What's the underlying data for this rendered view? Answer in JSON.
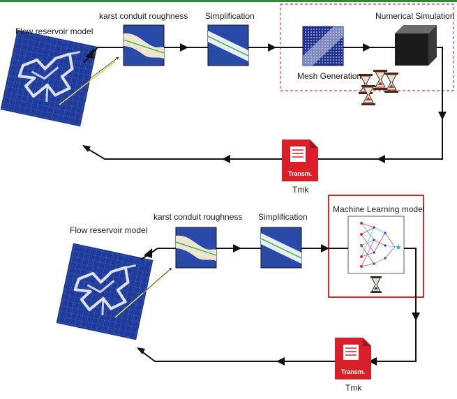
{
  "top": {
    "reservoir_label": "Flow reservoir model",
    "roughness_label": "karst conduit roughness",
    "simplification_label": "Simplification",
    "numerical_label": "Numerical Simulation",
    "mesh_label": "Mesh Generation",
    "badge_text": "Transm.",
    "output_label": "Tmk"
  },
  "bottom": {
    "reservoir_label": "Flow reservoir model",
    "roughness_label": "karst conduit roughness",
    "simplification_label": "Simplification",
    "ml_label": "Machine Learning model",
    "badge_text": "Transm.",
    "output_label": "Tmk"
  },
  "colors": {
    "reservoir_blue": "#1f3c9a",
    "panel_blue": "#2a4aa8",
    "numerical_box_border": "#e8323c",
    "ml_box_border": "#e0262c",
    "badge_red": "#d7202a",
    "conduit_beige": "#efe6cf",
    "conduit_line": "#2fb24a",
    "top_bar": "#2e8b3a"
  }
}
